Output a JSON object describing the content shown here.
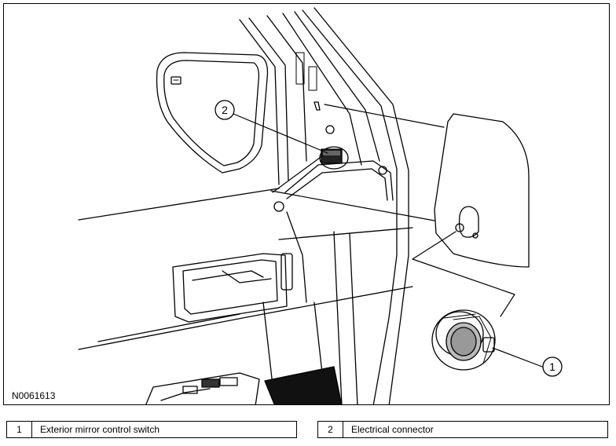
{
  "figure": {
    "id": "N0061613",
    "callouts": [
      "2",
      "1"
    ]
  },
  "legend": [
    {
      "number": "1",
      "text": "Exterior mirror control switch"
    },
    {
      "number": "2",
      "text": "Electrical connector"
    }
  ]
}
